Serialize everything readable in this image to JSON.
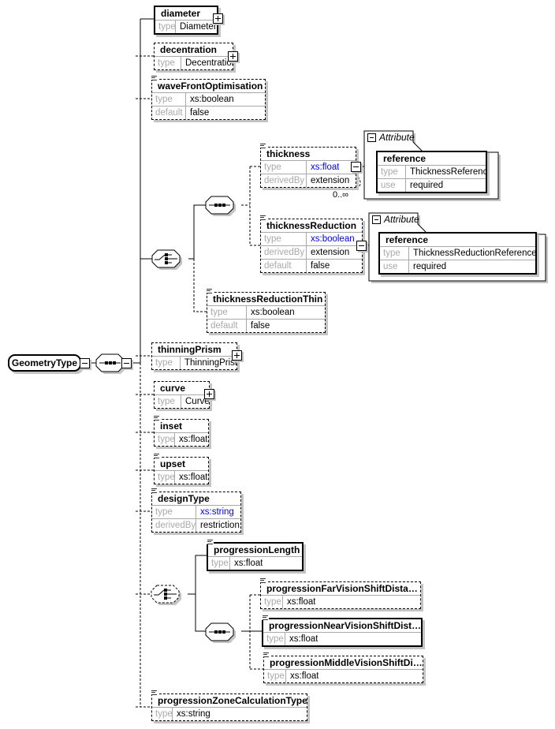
{
  "root": {
    "name": "GeometryType"
  },
  "elements": {
    "diameter": {
      "name": "diameter",
      "rows": [
        [
          "type",
          "Diameter"
        ]
      ]
    },
    "decentration": {
      "name": "decentration",
      "rows": [
        [
          "type",
          "Decentration"
        ]
      ]
    },
    "waveFrontOptimisation": {
      "name": "waveFrontOptimisation",
      "rows": [
        [
          "type",
          "xs:boolean"
        ],
        [
          "default",
          "false"
        ]
      ]
    },
    "thickness": {
      "name": "thickness",
      "rows": [
        [
          "type",
          "xs:float"
        ],
        [
          "derivedBy",
          "extension"
        ]
      ],
      "occurs": "0..∞"
    },
    "thicknessReduction": {
      "name": "thicknessReduction",
      "rows": [
        [
          "type",
          "xs:boolean"
        ],
        [
          "derivedBy",
          "extension"
        ],
        [
          "default",
          "false"
        ]
      ]
    },
    "thicknessReductionThin": {
      "name": "thicknessReductionThin",
      "rows": [
        [
          "type",
          "xs:boolean"
        ],
        [
          "default",
          "false"
        ]
      ]
    },
    "thinningPrism": {
      "name": "thinningPrism",
      "rows": [
        [
          "type",
          "ThinningPrism"
        ]
      ]
    },
    "curve": {
      "name": "curve",
      "rows": [
        [
          "type",
          "Curve"
        ]
      ]
    },
    "inset": {
      "name": "inset",
      "rows": [
        [
          "type",
          "xs:float"
        ]
      ]
    },
    "upset": {
      "name": "upset",
      "rows": [
        [
          "type",
          "xs:float"
        ]
      ]
    },
    "designType": {
      "name": "designType",
      "rows": [
        [
          "type",
          "xs:string"
        ],
        [
          "derivedBy",
          "restriction"
        ]
      ]
    },
    "progressionLength": {
      "name": "progressionLength",
      "rows": [
        [
          "type",
          "xs:float"
        ]
      ]
    },
    "progressionFar": {
      "name": "progressionFarVisionShiftDista…",
      "rows": [
        [
          "type",
          "xs:float"
        ]
      ]
    },
    "progressionNear": {
      "name": "progressionNearVisionShiftDist…",
      "rows": [
        [
          "type",
          "xs:float"
        ]
      ]
    },
    "progressionMiddle": {
      "name": "progressionMiddleVisionShiftDi…",
      "rows": [
        [
          "type",
          "xs:float"
        ]
      ]
    },
    "progressionZone": {
      "name": "progressionZoneCalculationType",
      "rows": [
        [
          "type",
          "xs:string"
        ]
      ]
    }
  },
  "attribute_groups": {
    "thickness": {
      "label": "Attribute",
      "element": {
        "name": "reference",
        "rows": [
          [
            "type",
            "ThicknessReferences"
          ],
          [
            "use",
            "required"
          ]
        ]
      }
    },
    "thicknessReduction": {
      "label": "Attribute",
      "element": {
        "name": "reference",
        "rows": [
          [
            "type",
            "ThicknessReductionReferences"
          ],
          [
            "use",
            "required"
          ]
        ]
      }
    }
  }
}
